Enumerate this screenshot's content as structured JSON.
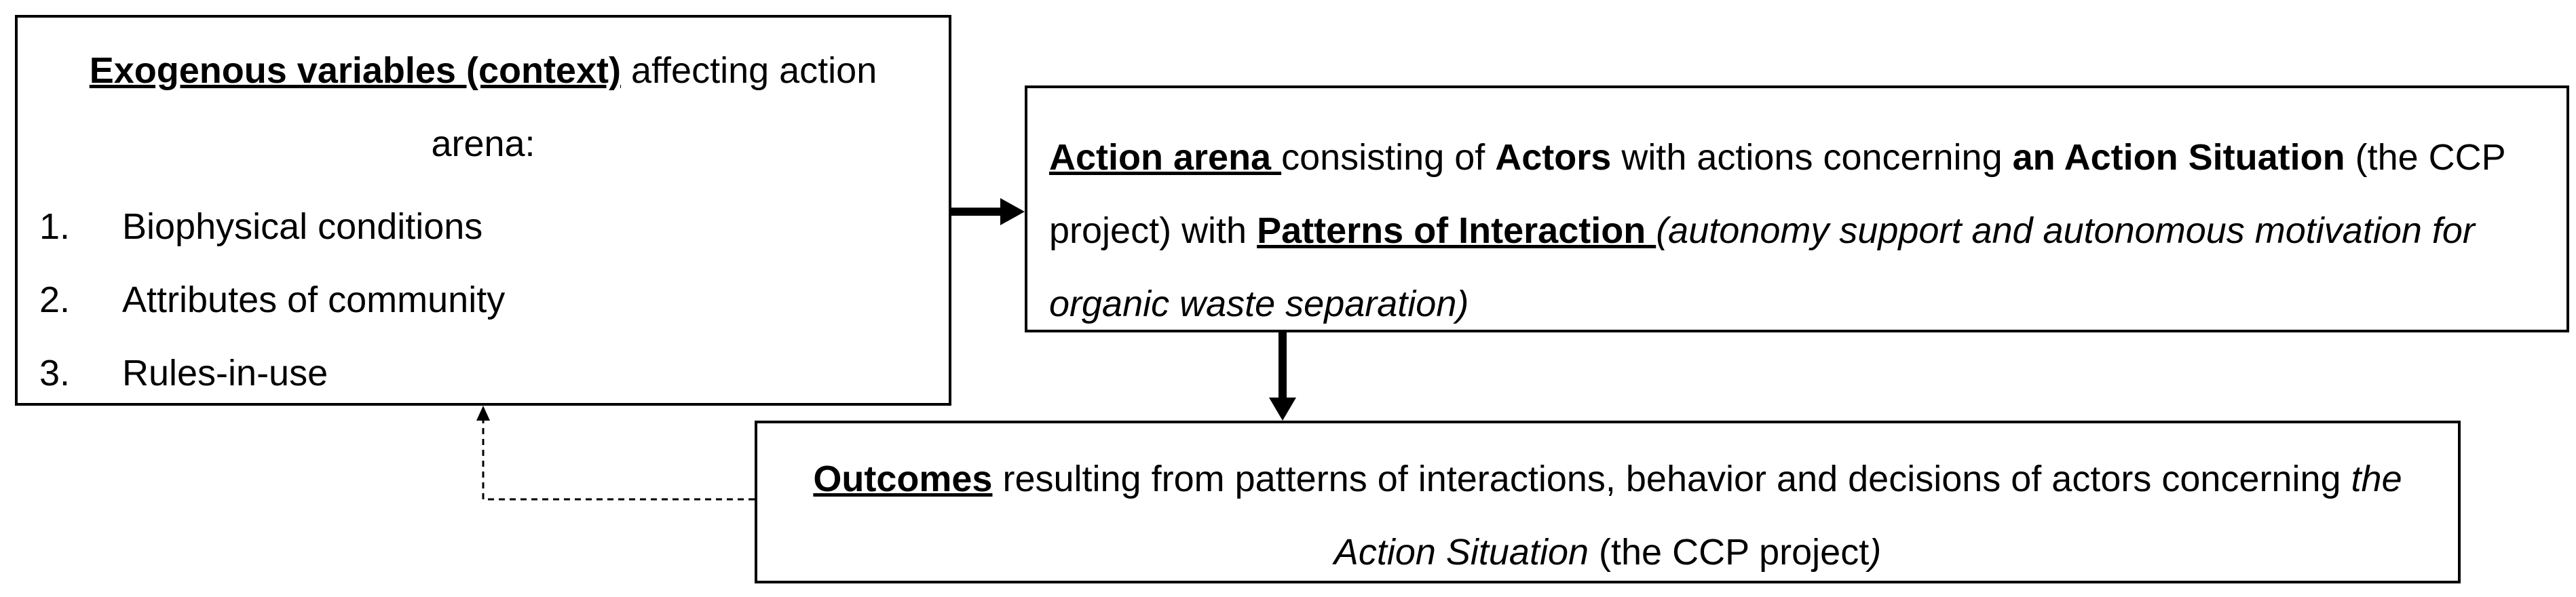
{
  "exogenous": {
    "title": "Exogenous variables (context)",
    "title_suffix": " affecting action arena:",
    "items": [
      {
        "num": "1.",
        "label": "Biophysical conditions"
      },
      {
        "num": "2.",
        "label": "Attributes of community"
      },
      {
        "num": "3.",
        "label": "Rules-in-use"
      }
    ]
  },
  "action_arena": {
    "title": "Action arena ",
    "t1": "consisting of ",
    "actors": "Actors",
    "t2": " with actions concerning ",
    "situation": "an Action Situation",
    "t3": " (the CCP project) with ",
    "patterns": "Patterns of Interaction ",
    "patterns_detail": "(autonomy support  and autonomous motivation for organic waste separation)"
  },
  "outcomes": {
    "title": "Outcomes",
    "t1": " resulting from patterns of interactions, behavior and decisions of actors concerning ",
    "situation": "the Action Situation",
    "t2": " (the CCP project",
    "close": ")"
  }
}
